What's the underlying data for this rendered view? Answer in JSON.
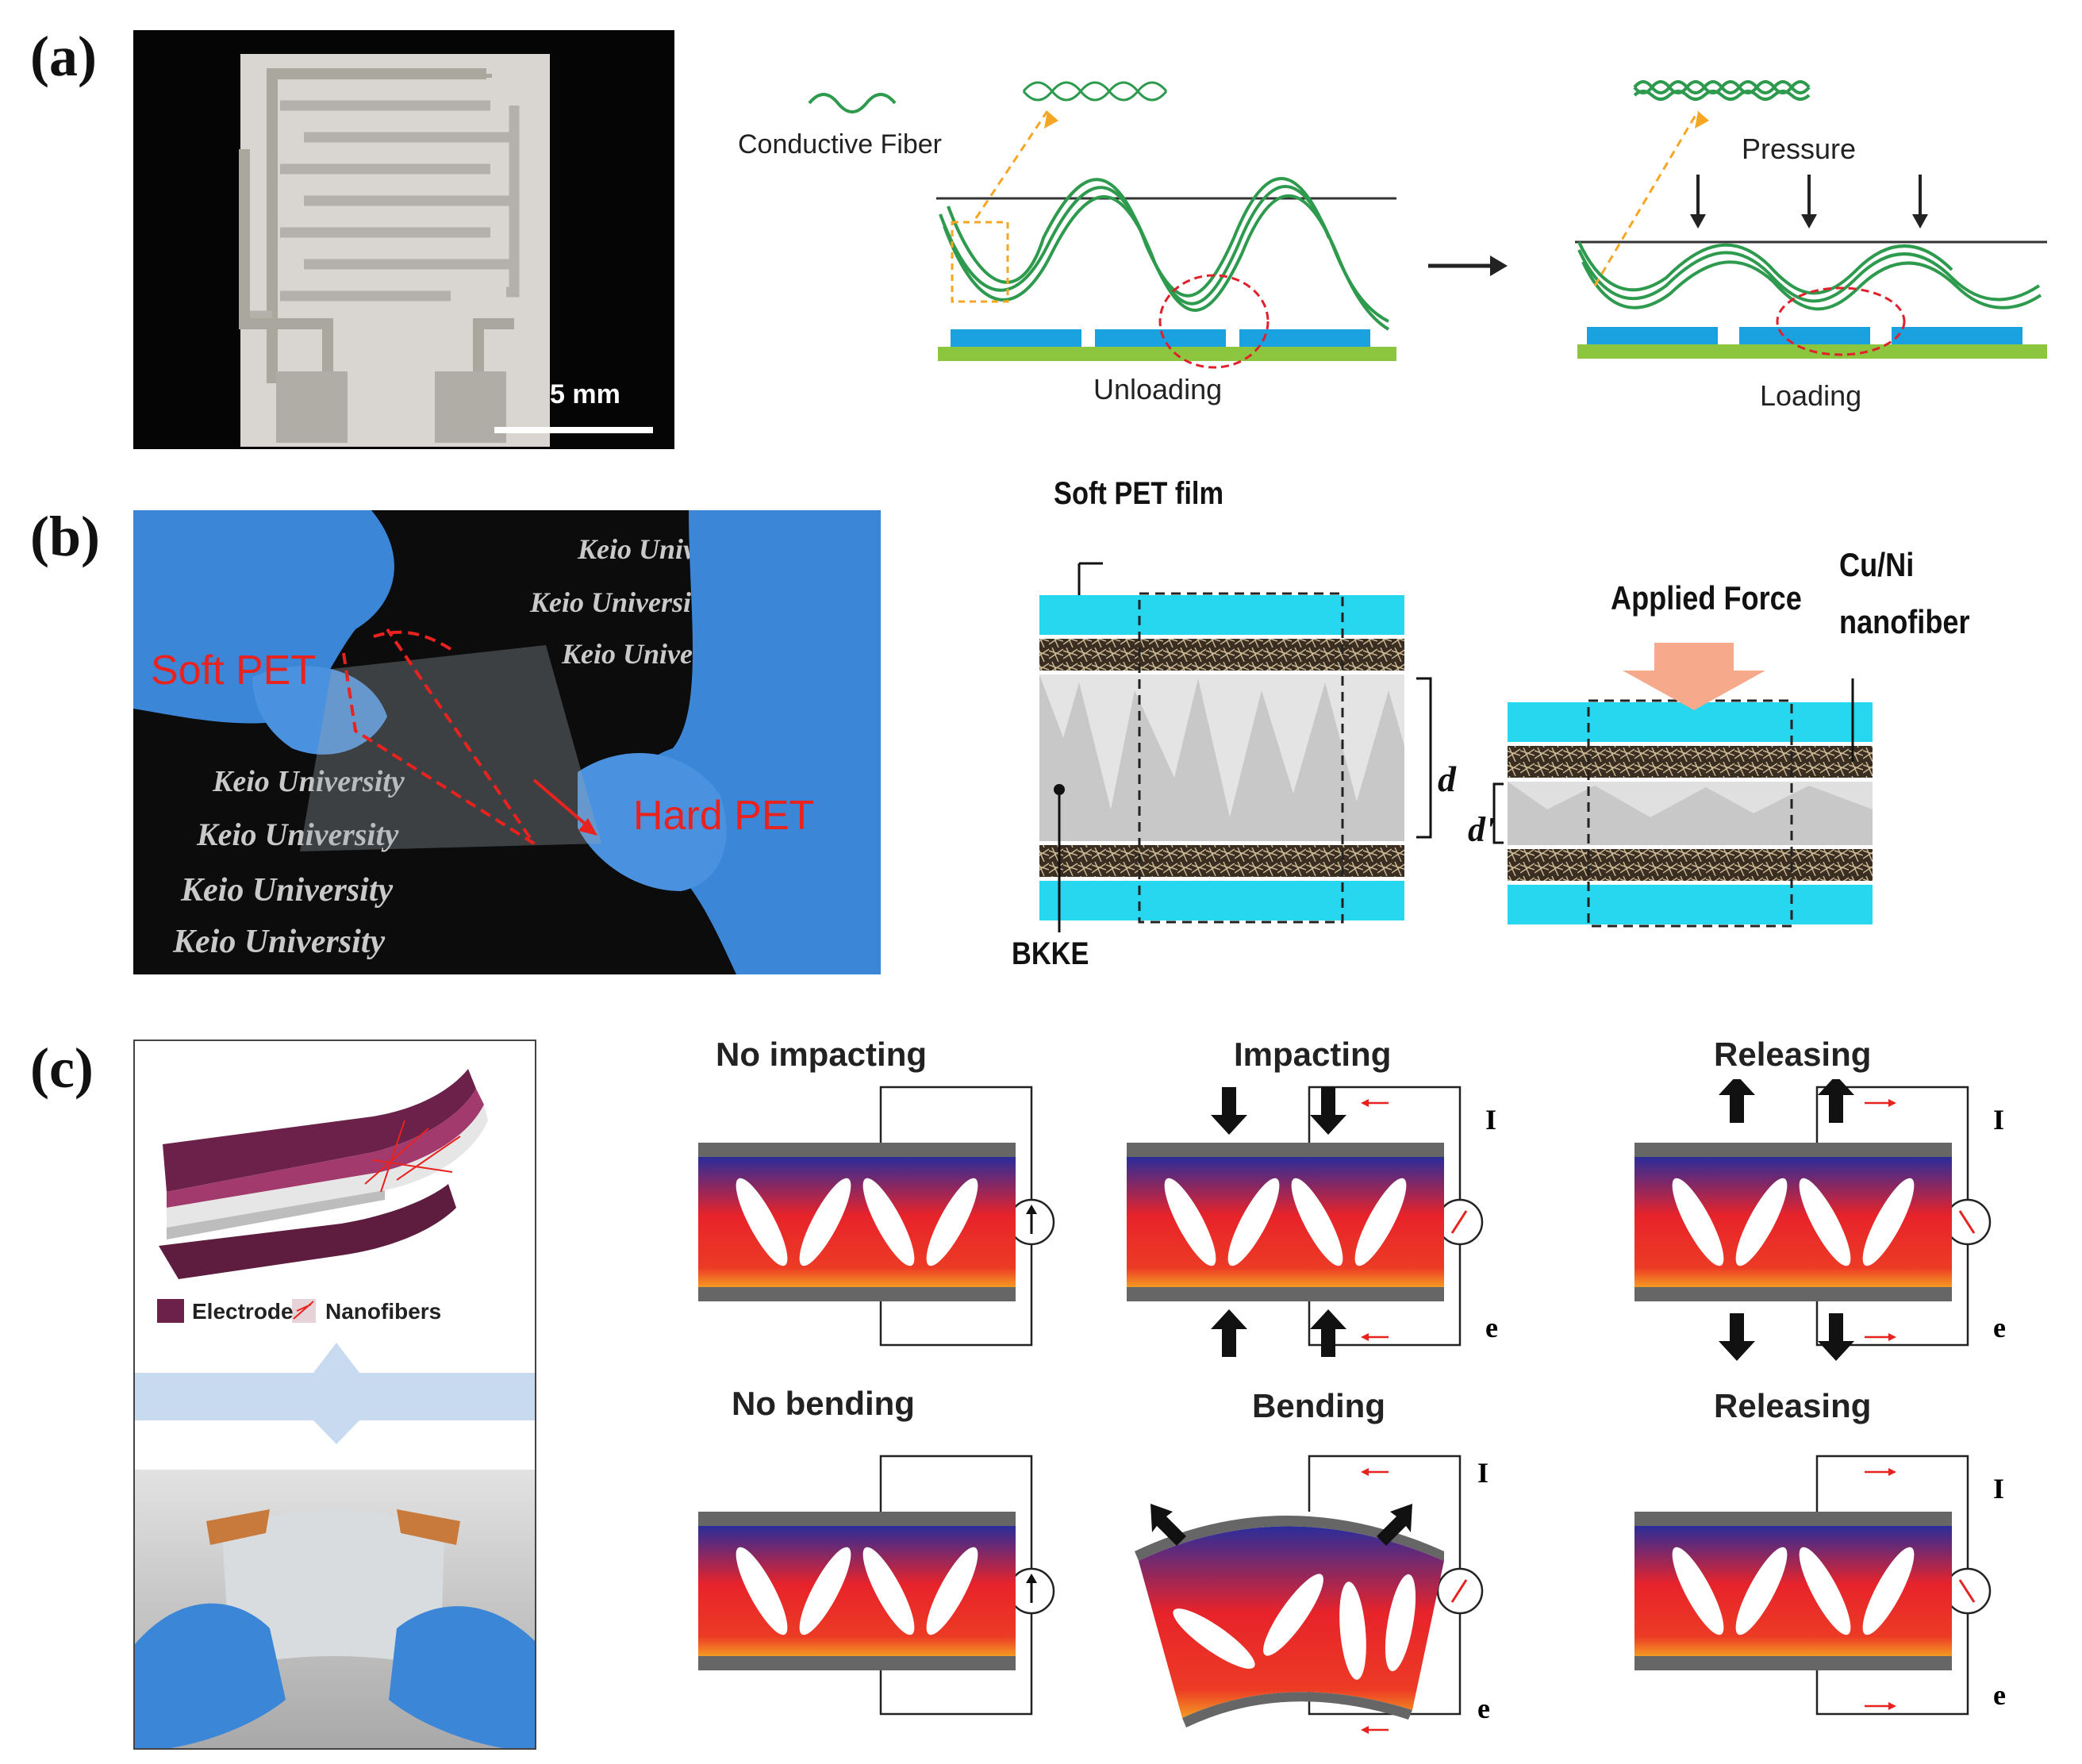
{
  "panels": {
    "a": {
      "label": "(a)",
      "scale_bar": "5 mm",
      "conductive_fiber": "Conductive Fiber",
      "pressure": "Pressure",
      "unloading": "Unloading",
      "loading": "Loading"
    },
    "b": {
      "label": "(b)",
      "photo_soft": "Soft PET",
      "photo_hard": "Hard PET",
      "photo_watermark": "Keio University",
      "soft_pet_film": "Soft PET film",
      "applied_force": "Applied Force",
      "cuni_line1": "Cu/Ni",
      "cuni_line2": "nanofiber",
      "d": "d",
      "d_prime": "d'",
      "bkke": "BKKE"
    },
    "c": {
      "label": "(c)",
      "legend_electrode": "Electrode",
      "legend_nanofibers": "Nanofibers",
      "states": [
        {
          "title": "No impacting"
        },
        {
          "title": "Impacting",
          "current": "I",
          "electron": "e"
        },
        {
          "title": "Releasing",
          "current": "I",
          "electron": "e"
        },
        {
          "title": "No bending"
        },
        {
          "title": "Bending",
          "current": "I",
          "electron": "e"
        },
        {
          "title": "Releasing",
          "current": "I",
          "electron": "e"
        }
      ]
    }
  },
  "colors": {
    "fiber_green": "#2e9a4e",
    "electrode_blue": "#1aa2e0",
    "substrate_green": "#8cc63f",
    "pet_cyan": "#27d6ef",
    "photo_red": "#e8231f",
    "electrode_purple": "#6b2149",
    "gradient_top": "#2a2d9a",
    "gradient_mid": "#e8232a",
    "gradient_bottom": "#f59a23",
    "glove_blue": "#3c86d8"
  }
}
